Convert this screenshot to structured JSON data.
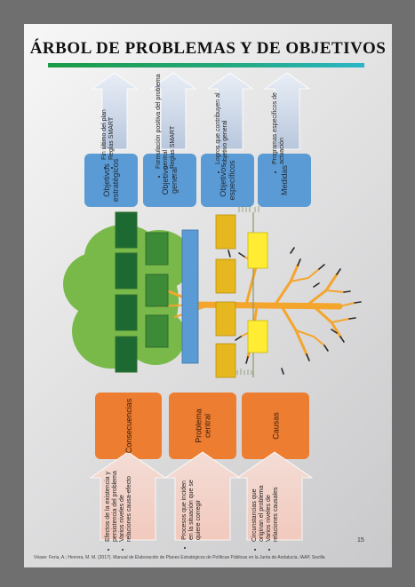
{
  "title": "ÁRBOL DE PROBLEMAS Y DE OBJETIVOS",
  "top_arrows": [
    {
      "bullets": [
        "Fin último del plan",
        "Reglas SMART"
      ]
    },
    {
      "bullets": [
        "Formulación positiva del problema central",
        "Reglas SMART"
      ]
    },
    {
      "bullets": [
        "Logros que contribuyen al objetivo general"
      ]
    },
    {
      "bullets": [
        "Programas específicos de actuación"
      ]
    }
  ],
  "objective_boxes": [
    "Objetivos estratégicos",
    "Objetivo general",
    "Objetivos específicos",
    "Medidas"
  ],
  "problem_boxes": [
    "Consecuencias",
    "Problema central",
    "Causas"
  ],
  "bottom_arrows": [
    {
      "bullets": [
        "Efectos de la existencia y persistencia del problema",
        "Varios niveles de relaciones causa-efecto"
      ]
    },
    {
      "bullets": [
        "Procesos que inciden en la situación que se quiere corregir"
      ]
    },
    {
      "bullets": [
        "Circunstancias que originan el problema",
        "Varios niveles de relaciones causales"
      ]
    }
  ],
  "colors": {
    "blue_box": "#5b9bd5",
    "orange_box": "#ed7d31",
    "green_tree": "#70ad47",
    "yellow": "#ffdf33"
  },
  "page_number": "15",
  "footnote": "Véase: Feria, A.; Herrera, M. M. (2017). Manual de Elaboración de Planes Estratégicos de Políticas Públicas en la Junta de Andalucía. IAAP, Sevilla"
}
